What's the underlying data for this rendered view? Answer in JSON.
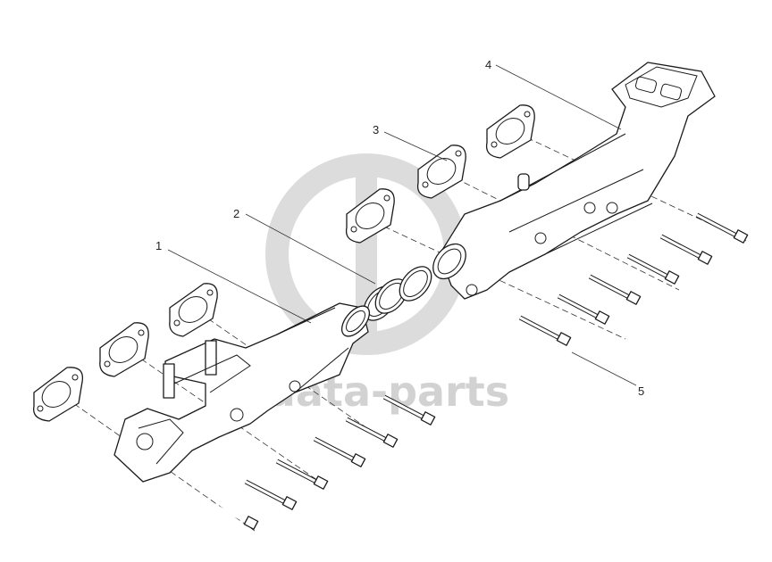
{
  "callouts": [
    {
      "id": "1",
      "label": "1"
    },
    {
      "id": "2",
      "label": "2"
    },
    {
      "id": "3",
      "label": "3"
    },
    {
      "id": "4",
      "label": "4"
    },
    {
      "id": "5",
      "label": "5"
    }
  ],
  "watermark": {
    "text": "data-parts"
  },
  "colors": {
    "line": "#1a1a1a",
    "watermark": "#d2d2d2",
    "background": "#ffffff"
  }
}
